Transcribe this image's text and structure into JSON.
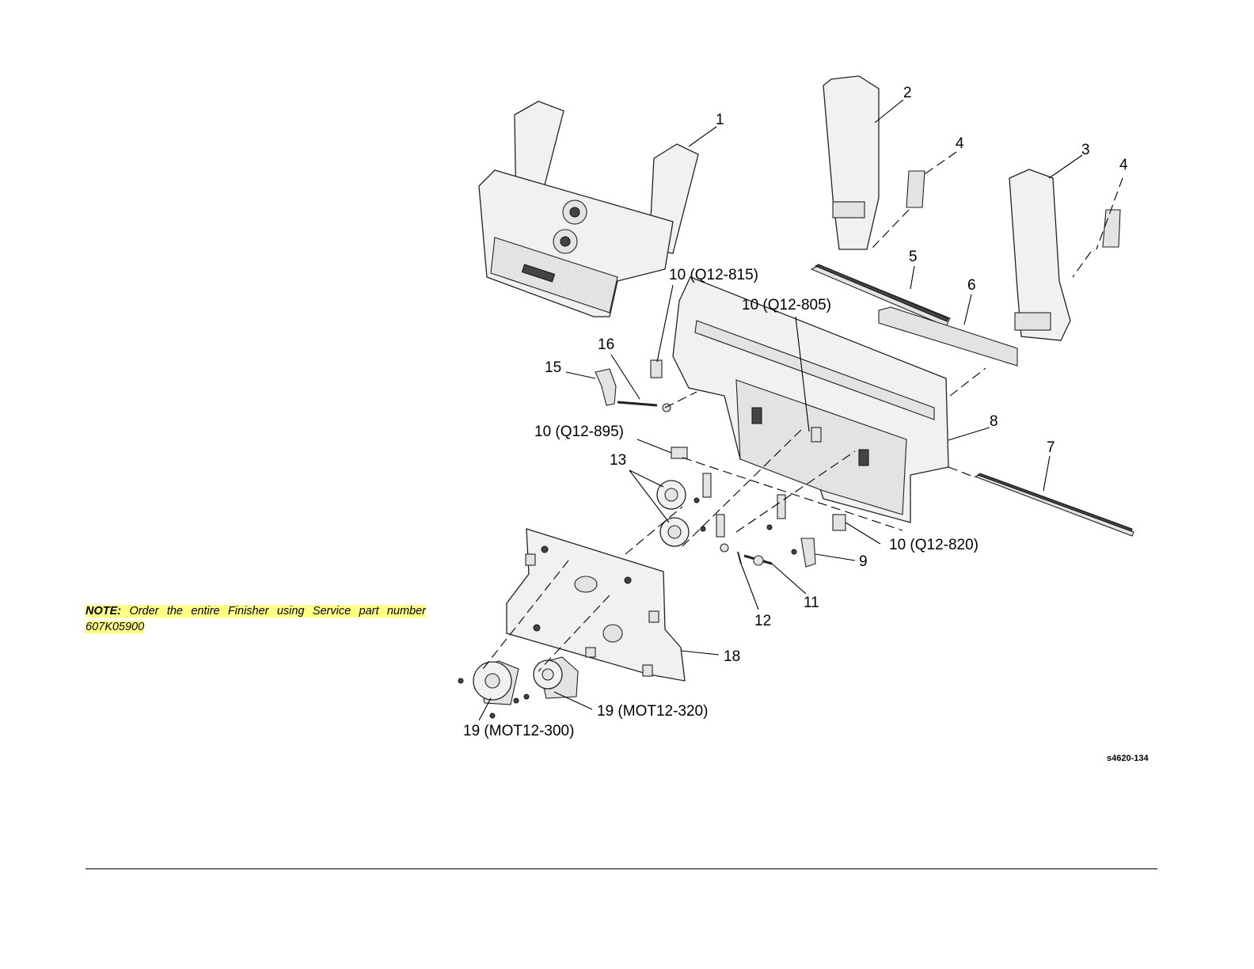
{
  "note": {
    "label": "NOTE:",
    "text": " Order the entire Finisher using Service part number 607K05900"
  },
  "figure_id": "s4620-134",
  "callouts": {
    "c1": "1",
    "c2": "2",
    "c3": "3",
    "c4a": "4",
    "c4b": "4",
    "c5": "5",
    "c6": "6",
    "c7": "7",
    "c8": "8",
    "c9": "9",
    "c10_815": "10 (Q12-815)",
    "c10_805": "10 (Q12-805)",
    "c10_895": "10 (Q12-895)",
    "c10_820": "10 (Q12-820)",
    "c11": "11",
    "c12": "12",
    "c13": "13",
    "c15": "15",
    "c16": "16",
    "c18": "18",
    "c19_320": "19 (MOT12-320)",
    "c19_300": "19 (MOT12-300)"
  }
}
